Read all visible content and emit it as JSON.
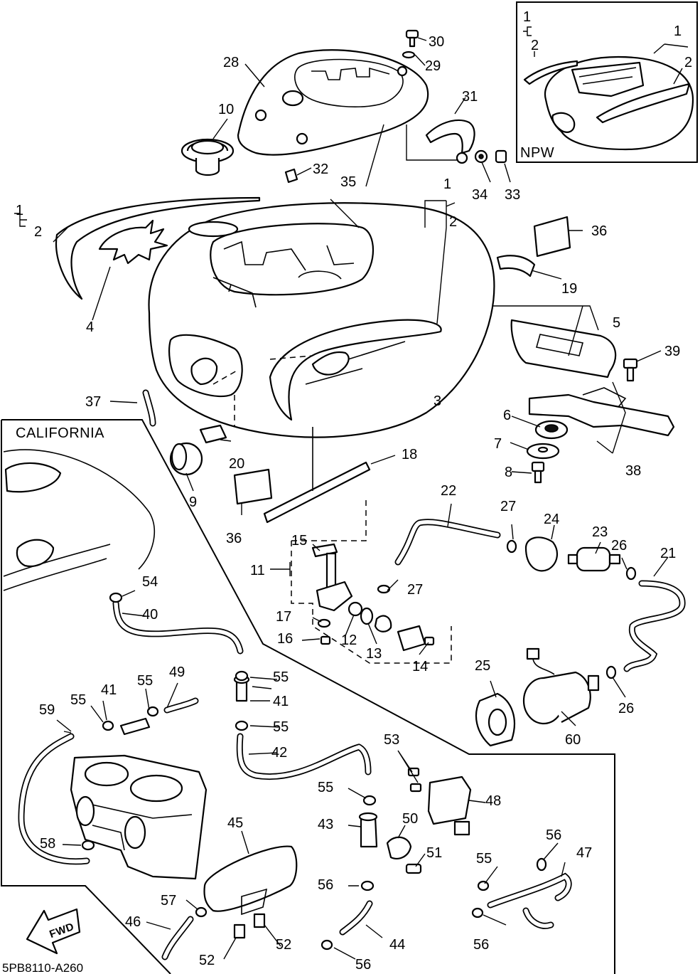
{
  "diagram_code": "5PB8110-A260",
  "insets": {
    "npw": "NPW",
    "california": "CALIFORNIA"
  },
  "fwd_label": "FWD",
  "callouts": [
    "1",
    "2",
    "3",
    "4",
    "5",
    "6",
    "7",
    "8",
    "9",
    "10",
    "11",
    "12",
    "13",
    "14",
    "15",
    "16",
    "17",
    "18",
    "19",
    "20",
    "21",
    "22",
    "23",
    "24",
    "25",
    "26",
    "27",
    "28",
    "29",
    "30",
    "31",
    "32",
    "33",
    "34",
    "35",
    "36",
    "37",
    "38",
    "39",
    "40",
    "41",
    "42",
    "43",
    "44",
    "45",
    "46",
    "47",
    "48",
    "49",
    "50",
    "51",
    "52",
    "53",
    "54",
    "55",
    "56",
    "57",
    "58",
    "59",
    "60"
  ]
}
